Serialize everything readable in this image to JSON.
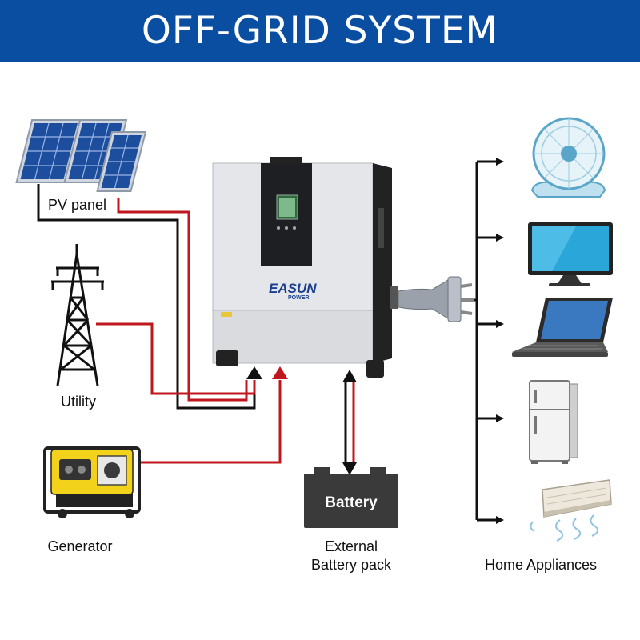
{
  "header": {
    "title": "OFF-GRID SYSTEM"
  },
  "labels": {
    "pv_panel": "PV panel",
    "utility": "Utility",
    "generator": "Generator",
    "battery": "Battery",
    "battery_pack_line1": "External",
    "battery_pack_line2": "Battery pack",
    "home_appliances": "Home Appliances"
  },
  "inverter": {
    "brand_line1": "EASUN",
    "brand_line2": "POWER"
  },
  "icons": [
    "solar-panel-icon",
    "power-tower-icon",
    "generator-icon",
    "inverter-icon",
    "plug-icon",
    "battery-icon",
    "fan-icon",
    "tv-icon",
    "laptop-icon",
    "refrigerator-icon",
    "air-conditioner-icon"
  ],
  "colors": {
    "banner": "#0a4ea2",
    "wire_red": "#c0161d",
    "wire_black": "#111111",
    "battery": "#3a3a3a"
  }
}
